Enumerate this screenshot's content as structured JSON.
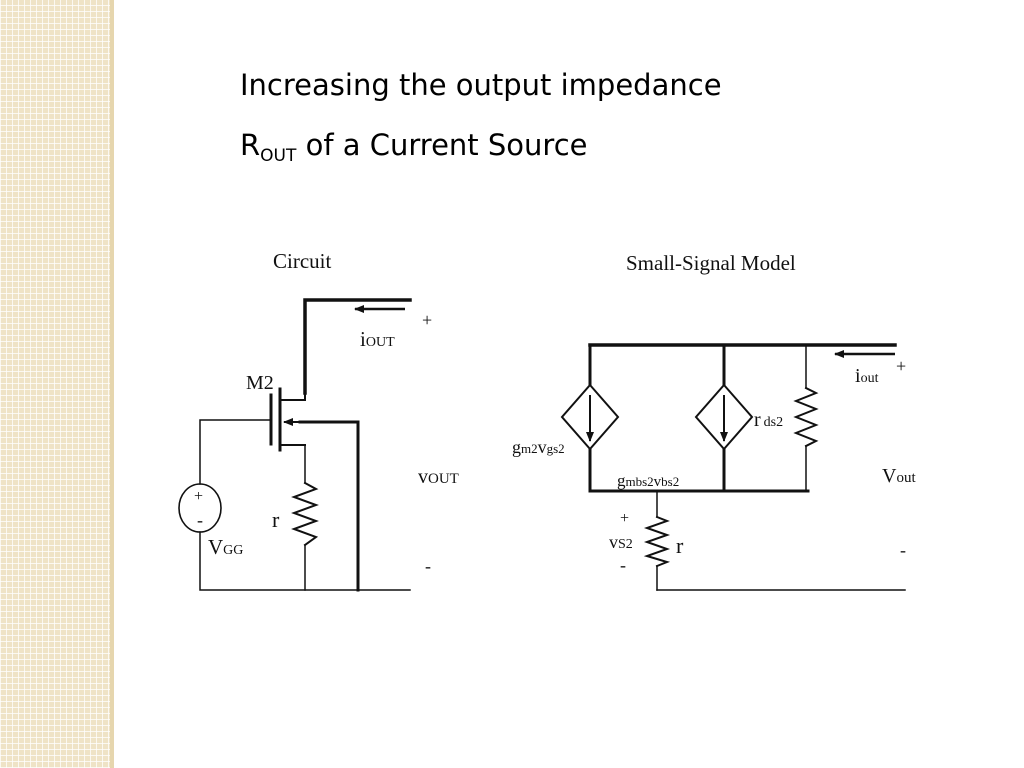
{
  "title": {
    "line1": "Increasing the output impedance",
    "r_letter": "R",
    "r_sub": "OUT",
    "line2_rest": "of a Current Source"
  },
  "circuit": {
    "heading": "Circuit",
    "transistor": "M2",
    "current_main": "i",
    "current_sub": "OUT",
    "plus": "+",
    "minus": "-",
    "voltage_main": "v",
    "voltage_sub": "OUT",
    "resistor": "r",
    "source_plus": "+",
    "source_minus": "-",
    "source_main": "V",
    "source_sub": "GG"
  },
  "model": {
    "heading": "Small-Signal Model",
    "gm_main": "g",
    "gm_sub1": "m2",
    "gm_v": "v",
    "gm_sub2": "gs2",
    "gmbs_main": "g",
    "gmbs_sub1": "mbs2",
    "gmbs_v": "v",
    "gmbs_sub2": "bs2",
    "rds_main": "r",
    "rds_sub": "ds2",
    "current_main": "i",
    "current_sub": "out",
    "plus": "+",
    "voltage_main": "V",
    "voltage_sub": "out",
    "minus": "-",
    "vs_plus": "+",
    "vs_main": "v",
    "vs_sub": "S2",
    "vs_minus": "-",
    "resistor": "r"
  }
}
